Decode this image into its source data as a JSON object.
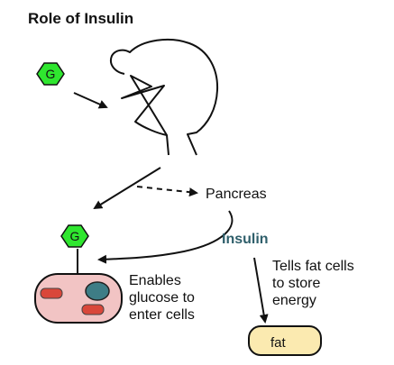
{
  "title": "Role of Insulin",
  "glucose_symbol": "G",
  "labels": {
    "pancreas": "Pancreas",
    "insulin": "Insulin",
    "enables": [
      "Enables",
      "glucose to",
      "enter cells"
    ],
    "tells": [
      "Tells fat cells",
      "to store",
      "energy"
    ],
    "fat": "fat"
  },
  "colors": {
    "glucose_fill": "#2fe62f",
    "cell_fill": "#f2c4c4",
    "organelle_red": "#d9473a",
    "nucleus_teal": "#3e7d86",
    "fat_fill": "#fbeab0",
    "insulin_text": "#2f5f6b"
  }
}
